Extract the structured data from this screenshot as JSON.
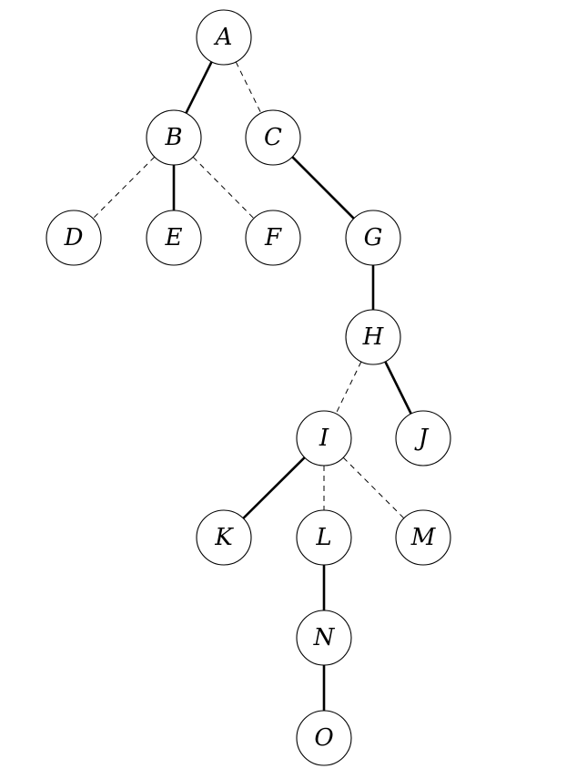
{
  "nodes": [
    {
      "id": "A",
      "label": "A"
    },
    {
      "id": "B",
      "label": "B"
    },
    {
      "id": "C",
      "label": "C"
    },
    {
      "id": "D",
      "label": "D"
    },
    {
      "id": "E",
      "label": "E"
    },
    {
      "id": "F",
      "label": "F"
    },
    {
      "id": "G",
      "label": "G"
    },
    {
      "id": "H",
      "label": "H"
    },
    {
      "id": "I",
      "label": "I"
    },
    {
      "id": "J",
      "label": "J"
    },
    {
      "id": "K",
      "label": "K"
    },
    {
      "id": "L",
      "label": "L"
    },
    {
      "id": "M",
      "label": "M"
    },
    {
      "id": "N",
      "label": "N"
    },
    {
      "id": "O",
      "label": "O"
    }
  ],
  "edges": [
    {
      "from": "A",
      "to": "B",
      "style": "solid"
    },
    {
      "from": "A",
      "to": "C",
      "style": "dashed"
    },
    {
      "from": "B",
      "to": "D",
      "style": "dashed"
    },
    {
      "from": "B",
      "to": "E",
      "style": "solid"
    },
    {
      "from": "B",
      "to": "F",
      "style": "dashed"
    },
    {
      "from": "C",
      "to": "G",
      "style": "solid"
    },
    {
      "from": "G",
      "to": "H",
      "style": "solid"
    },
    {
      "from": "H",
      "to": "I",
      "style": "dashed"
    },
    {
      "from": "H",
      "to": "J",
      "style": "solid"
    },
    {
      "from": "I",
      "to": "K",
      "style": "solid"
    },
    {
      "from": "I",
      "to": "L",
      "style": "dashed"
    },
    {
      "from": "I",
      "to": "M",
      "style": "dashed"
    },
    {
      "from": "L",
      "to": "N",
      "style": "solid"
    },
    {
      "from": "N",
      "to": "O",
      "style": "solid"
    }
  ]
}
